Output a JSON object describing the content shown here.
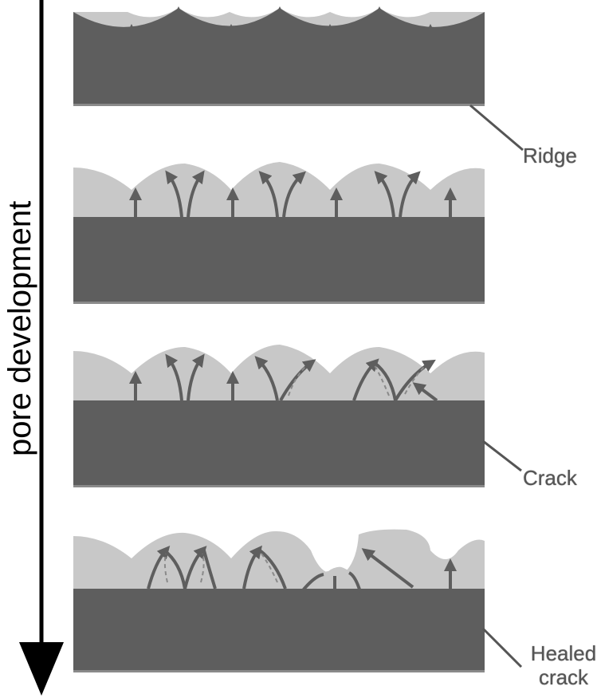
{
  "axis": {
    "label": "pore development"
  },
  "callouts": {
    "ridge": "Ridge",
    "crack": "Crack",
    "healed_line1": "Healed",
    "healed_line2": "crack"
  },
  "colors": {
    "substrate": "#5e5e5e",
    "coating": "#c8c8c8",
    "arrow_axis": "#000000",
    "callout_line": "#555555"
  },
  "stages": [
    {
      "stage": 1,
      "callout": "ridge"
    },
    {
      "stage": 2
    },
    {
      "stage": 3,
      "callout": "crack"
    },
    {
      "stage": 4,
      "callout": "healed crack"
    }
  ]
}
